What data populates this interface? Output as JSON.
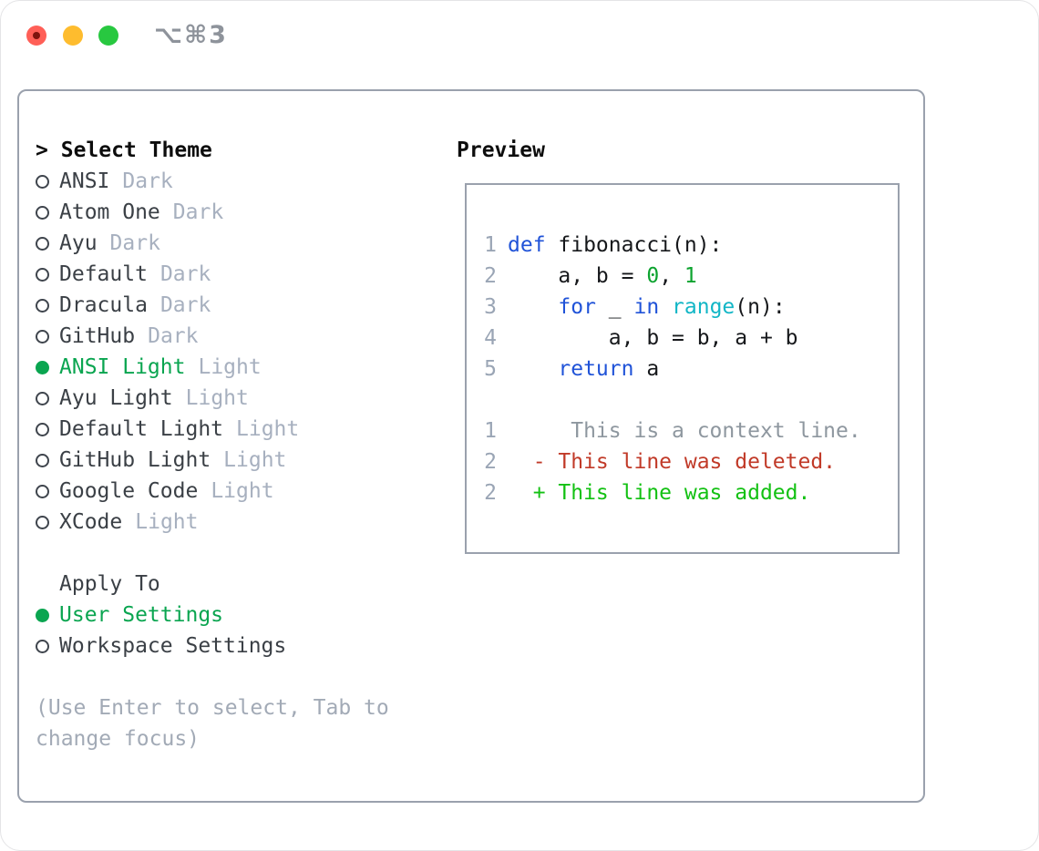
{
  "titlebar": {
    "shortcut": "⌥⌘3"
  },
  "colors": {
    "selected_green": "#0aa550",
    "keyword_blue": "#2053d8",
    "builtin_cyan": "#12b6c6",
    "number_green": "#0da32f",
    "diff_deleted_red": "#c13a28",
    "diff_added_green": "#13c113",
    "muted_gray": "#a7b0bf",
    "panel_border": "#9aa1ad",
    "traffic_red": "#ff5f57",
    "traffic_yellow": "#febc2e",
    "traffic_green": "#28c840"
  },
  "theme_panel": {
    "header_prefix": ">",
    "header": "Select Theme",
    "themes": [
      {
        "name": "ANSI",
        "variant": "Dark",
        "selected": false
      },
      {
        "name": "Atom One",
        "variant": "Dark",
        "selected": false
      },
      {
        "name": "Ayu",
        "variant": "Dark",
        "selected": false
      },
      {
        "name": "Default",
        "variant": "Dark",
        "selected": false
      },
      {
        "name": "Dracula",
        "variant": "Dark",
        "selected": false
      },
      {
        "name": "GitHub",
        "variant": "Dark",
        "selected": false
      },
      {
        "name": "ANSI Light",
        "variant": "Light",
        "selected": true
      },
      {
        "name": "Ayu Light",
        "variant": "Light",
        "selected": false
      },
      {
        "name": "Default Light",
        "variant": "Light",
        "selected": false
      },
      {
        "name": "GitHub Light",
        "variant": "Light",
        "selected": false
      },
      {
        "name": "Google Code",
        "variant": "Light",
        "selected": false
      },
      {
        "name": "XCode",
        "variant": "Light",
        "selected": false
      }
    ],
    "apply_header": "Apply To",
    "apply_options": [
      {
        "label": "User Settings",
        "selected": true
      },
      {
        "label": "Workspace Settings",
        "selected": false
      }
    ],
    "help_lines": [
      "(Use Enter to select, Tab to",
      "change focus)"
    ]
  },
  "preview": {
    "header": "Preview",
    "lines": [
      {
        "num": "1",
        "tokens": [
          [
            "def",
            "kw"
          ],
          [
            " fibonacci(n):",
            "pl"
          ]
        ]
      },
      {
        "num": "2",
        "tokens": [
          [
            "    a, b = ",
            "pl"
          ],
          [
            "0",
            "num"
          ],
          [
            ", ",
            "pl"
          ],
          [
            "1",
            "num"
          ]
        ]
      },
      {
        "num": "3",
        "tokens": [
          [
            "    ",
            "pl"
          ],
          [
            "for",
            "kw"
          ],
          [
            " _ ",
            "pl"
          ],
          [
            "in",
            "kw"
          ],
          [
            " ",
            "pl"
          ],
          [
            "range",
            "bi"
          ],
          [
            "(n):",
            "pl"
          ]
        ]
      },
      {
        "num": "4",
        "tokens": [
          [
            "        a, b = b, a + b",
            "pl"
          ]
        ]
      },
      {
        "num": "5",
        "tokens": [
          [
            "    ",
            "pl"
          ],
          [
            "return",
            "kw"
          ],
          [
            " a",
            "pl"
          ]
        ]
      },
      {
        "num": "",
        "tokens": []
      },
      {
        "num": "1",
        "tokens": [
          [
            "     This is a context line.",
            "ctx"
          ]
        ]
      },
      {
        "num": "2",
        "tokens": [
          [
            "  - This line was deleted.",
            "del"
          ]
        ]
      },
      {
        "num": "2",
        "tokens": [
          [
            "  + This line was added.",
            "add"
          ]
        ]
      }
    ]
  }
}
